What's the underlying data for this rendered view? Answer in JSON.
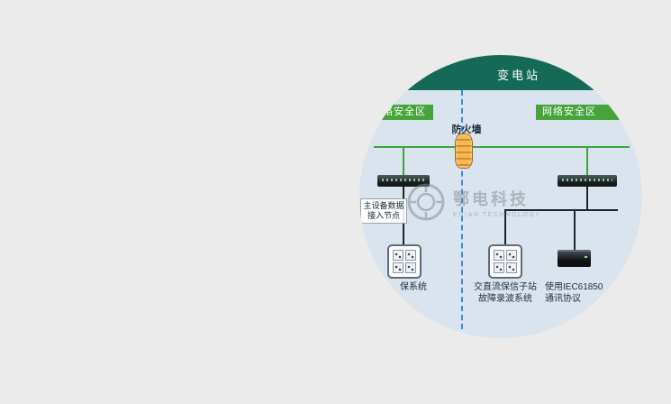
{
  "substation": {
    "title": "变电站"
  },
  "zones": {
    "left": "网络安全区",
    "right": "网络安全区"
  },
  "firewall": {
    "label": "防火墙"
  },
  "access_node": {
    "line1": "主设备数据",
    "line2": "接入节点"
  },
  "device_labels": {
    "left": "保系统",
    "center_line1": "交直流保信子站",
    "center_line2": "故障录波系统",
    "right_line1": "使用IEC61850",
    "right_line2": "通讯协议"
  },
  "watermark": {
    "cn": "鄂电科技",
    "en": "EDIAN TECHNOLOGY"
  },
  "colors": {
    "page_bg": "#ebebeb",
    "panel_bg": "#d9e4ef",
    "header_green": "#156a57",
    "zone_green": "#45a53b",
    "line_green": "#3fa53a",
    "dashed_blue": "#4287d6",
    "firewall_orange": "#f4b955",
    "wire_black": "#1d242b",
    "watermark_gray": "#868d94"
  }
}
